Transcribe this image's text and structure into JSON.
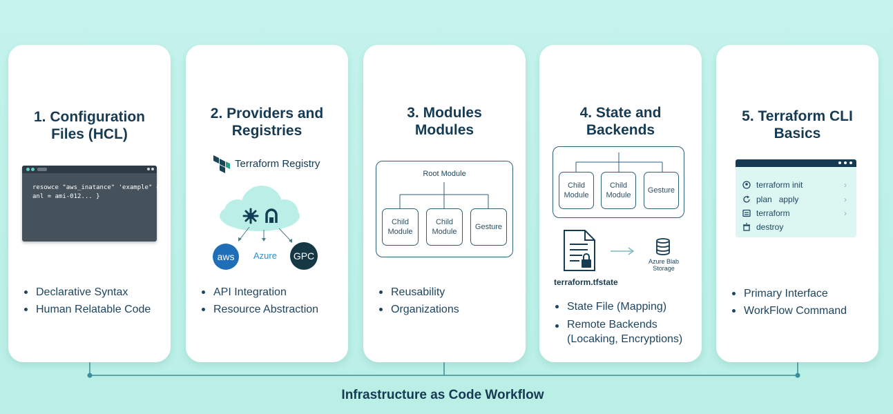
{
  "footer_title": "Infrastructure as Code Workflow",
  "cards": [
    {
      "title": "1. Configuration\nFiles (HCL)",
      "code_line1": "resowce \"aws_inatance\" 'example\" {",
      "code_line2": "anl = ami-012... }",
      "bullets": [
        "Declarative Syntax",
        "Human Relatable Code"
      ]
    },
    {
      "title": "2. Providers and\nRegistries",
      "registry_label": "Terraform Registry",
      "providers": [
        "aws",
        "Azure",
        "GPC"
      ],
      "bullets": [
        "API Integration",
        "Resource Abstraction"
      ]
    },
    {
      "title": "3. Modules\nModules",
      "root_label": "Root Module",
      "children": [
        "Child\nModule",
        "Child\nModule",
        "Gesture"
      ],
      "bullets": [
        "Reusability",
        "Organizations"
      ]
    },
    {
      "title": "4. State and\nBackends",
      "children": [
        "Child\nModule",
        "Child\nModule",
        "Gesture"
      ],
      "state_file": "terraform.tfstate",
      "storage_label": "Azure Blab\nStorage",
      "bullets": [
        "State File (Mapping)",
        "Remote Backends\n(Locaking, Encryptions)"
      ]
    },
    {
      "title": "5. Terraform CLI\nBasics",
      "cli": [
        "terraform init",
        "plan   apply",
        "terraform",
        "destroy"
      ],
      "bullets": [
        "Primary Interface",
        "WorkFlow Command"
      ]
    }
  ]
}
